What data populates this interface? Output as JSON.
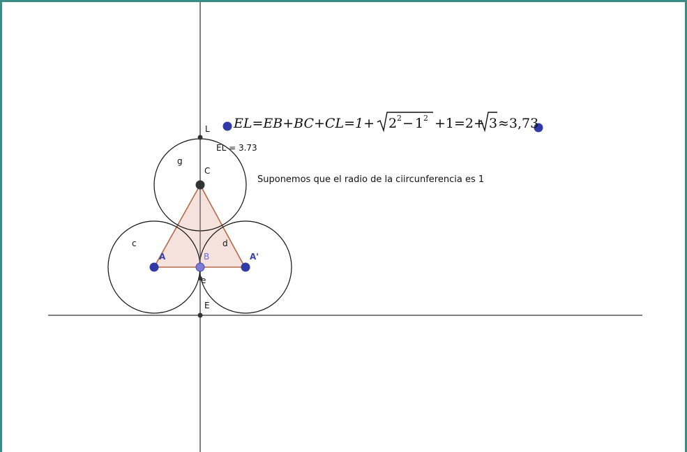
{
  "points": {
    "L": "L",
    "C": "C",
    "A": "A",
    "A_prime": "A'",
    "B": "B",
    "e": "e",
    "E": "E"
  },
  "circles": {
    "g": "g",
    "c": "c",
    "d": "d"
  },
  "el_value": "EL = 3.73",
  "note": "Suponemos que el radio de la ciircunferencia es 1",
  "formula": {
    "lhs": "EL=EB+BC+CL=1+",
    "radicand_base1": "2",
    "exp1": "2",
    "minus": "−",
    "radicand_base2": "1",
    "exp2": "2",
    "mid": "+1=2+",
    "radicand3": "3",
    "tail": "≈3,73"
  },
  "colors": {
    "axis": "#555555",
    "circle": "#111111",
    "triangle_fill": "#f3ddd6",
    "triangle_stroke": "#b36a45",
    "point_blue": "#2f3aa8",
    "point_dark": "#333333",
    "frame": "#3a8c86"
  }
}
